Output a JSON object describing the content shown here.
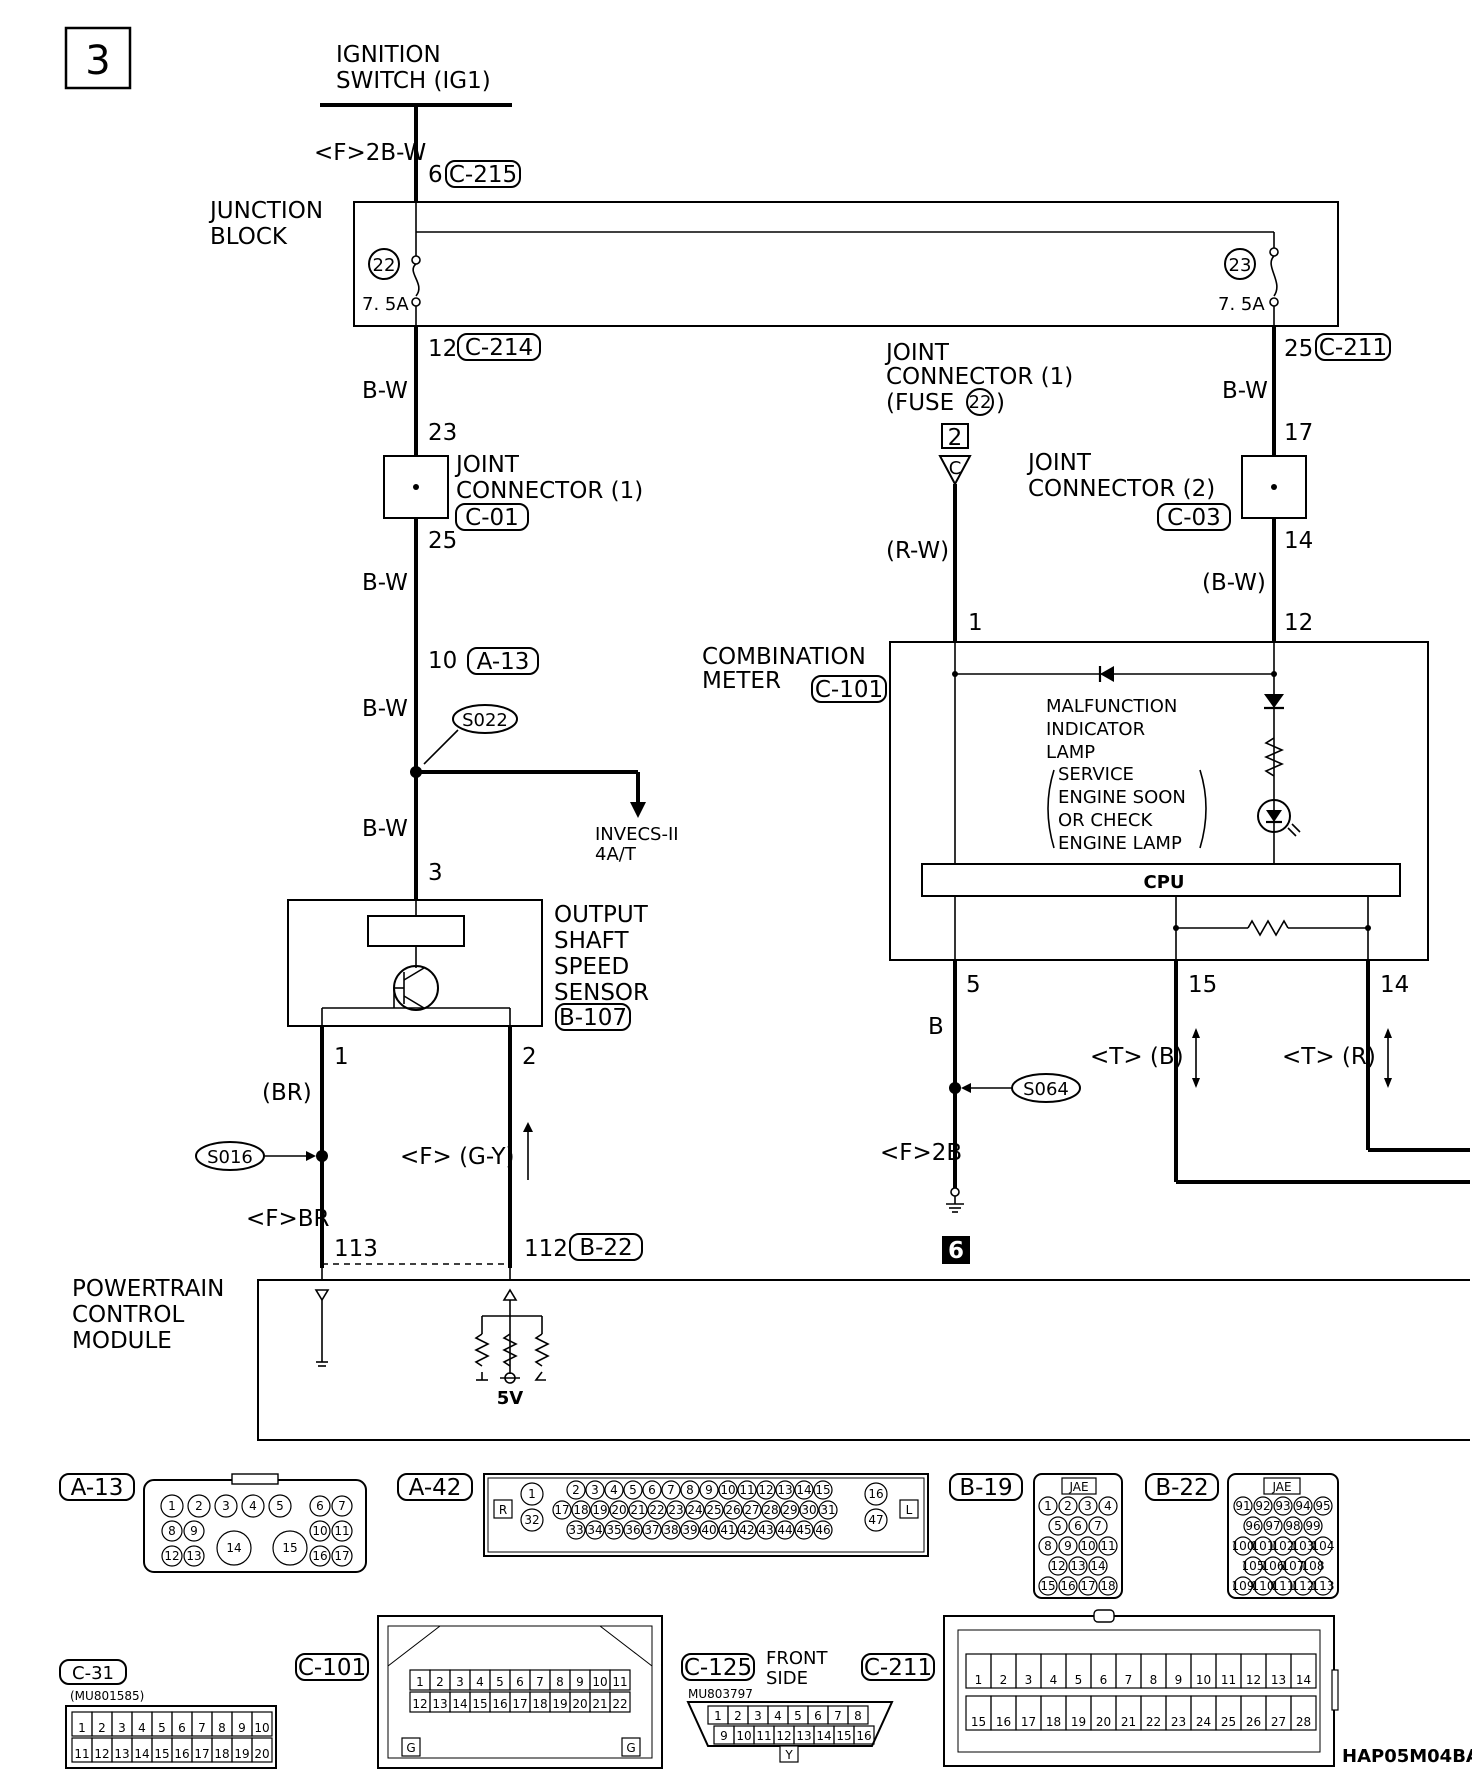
{
  "page_number": "3",
  "drawing_code": "HAP05M04BA",
  "ignition": {
    "line1": "IGNITION",
    "line2": "SWITCH (IG1)",
    "wire": "<F>2B-W",
    "pin": "6",
    "connector": "C-215"
  },
  "junction_block": {
    "line1": "JUNCTION",
    "line2": "BLOCK",
    "fuse_left_no": "22",
    "fuse_left_rating": "7. 5A",
    "fuse_right_no": "23",
    "fuse_right_rating": "7. 5A",
    "left_out_pin": "12",
    "left_out_connector": "C-214",
    "right_out_pin": "25",
    "right_out_connector": "C-211"
  },
  "left_branch": {
    "wire1": "B-W",
    "jc_in_pin": "23",
    "jc_line1": "JOINT",
    "jc_line2": "CONNECTOR (1)",
    "jc_connector": "C-01",
    "jc_out_pin": "25",
    "wire2": "B-W",
    "a13_pin": "10",
    "a13_connector": "A-13",
    "wire3": "B-W",
    "splice": "S022",
    "branch_line1": "INVECS-II",
    "branch_line2": "4A/T",
    "wire4": "B-W",
    "sensor_in_pin": "3"
  },
  "sensor": {
    "line1": "OUTPUT",
    "line2": "SHAFT",
    "line3": "SPEED",
    "line4": "SENSOR",
    "connector": "B-107",
    "pin1": "1",
    "pin2": "2"
  },
  "sensor_lower": {
    "wire_br": "(BR)",
    "splice": "S016",
    "wire_fbr": "<F>BR",
    "wire_gy": "<F> (G-Y)",
    "pcm_pin1": "113",
    "pcm_pin2": "112",
    "pcm_connector": "B-22"
  },
  "pcm": {
    "line1": "POWERTRAIN",
    "line2": "CONTROL",
    "line3": "MODULE",
    "voltage": "5V"
  },
  "joint_connector_fuse": {
    "line1": "JOINT",
    "line2": "CONNECTOR (1)",
    "line3a": "(FUSE ",
    "line3_fuse": "22",
    "line3b": ")",
    "box_no": "2",
    "letter": "C",
    "wire": "(R-W)",
    "pin": "1"
  },
  "jc2": {
    "line1": "JOINT",
    "line2": "CONNECTOR (2)",
    "connector": "C-03",
    "in_pin": "17",
    "out_pin": "14",
    "wire1": "B-W",
    "wire2": "(B-W)",
    "meter_pin": "12"
  },
  "meter": {
    "line1": "COMBINATION",
    "line2": "METER",
    "connector": "C-101",
    "mil_1": "MALFUNCTION",
    "mil_2": "INDICATOR",
    "mil_3": "LAMP",
    "mil_4": "SERVICE",
    "mil_5": "ENGINE SOON",
    "mil_6": "OR CHECK",
    "mil_7": "ENGINE LAMP",
    "cpu": "CPU",
    "pin5": "5",
    "pin15": "15",
    "pin14": "14"
  },
  "ground_branch": {
    "wire_b": "B",
    "splice": "S064",
    "wire_f2b": "<F>2B",
    "page_ref": "6"
  },
  "comm": {
    "left_label": "<T> (B)",
    "right_label": "<T> (R)"
  },
  "connectors": {
    "a13": {
      "label": "A-13",
      "pins_top": [
        "1",
        "2",
        "3",
        "4",
        "5",
        "6",
        "7"
      ],
      "pins_mid": [
        "8",
        "9",
        "10",
        "11"
      ],
      "pins_bot": [
        "12",
        "13",
        "14",
        "15",
        "16",
        "17"
      ]
    },
    "a42": {
      "label": "A-42",
      "r": "R",
      "l": "L",
      "p1": "1",
      "p32": "32",
      "p16": "16",
      "p47": "47",
      "row1": [
        "2",
        "3",
        "4",
        "5",
        "6",
        "7",
        "8",
        "9",
        "10",
        "11",
        "12",
        "13",
        "14",
        "15"
      ],
      "row2": [
        "17",
        "18",
        "19",
        "20",
        "21",
        "22",
        "23",
        "24",
        "25",
        "26",
        "27",
        "28",
        "29",
        "30",
        "31"
      ],
      "row3": [
        "33",
        "34",
        "35",
        "36",
        "37",
        "38",
        "39",
        "40",
        "41",
        "42",
        "43",
        "44",
        "45",
        "46"
      ]
    },
    "b19": {
      "label": "B-19",
      "maker": "JAE",
      "rows": [
        [
          "1",
          "2",
          "3",
          "4"
        ],
        [
          "5",
          "6",
          "7"
        ],
        [
          "8",
          "9",
          "10",
          "11"
        ],
        [
          "12",
          "13",
          "14"
        ],
        [
          "15",
          "16",
          "17",
          "18"
        ]
      ]
    },
    "b22": {
      "label": "B-22",
      "maker": "JAE",
      "rows": [
        [
          "91",
          "92",
          "93",
          "94",
          "95"
        ],
        [
          "96",
          "97",
          "98",
          "99"
        ],
        [
          "100",
          "101",
          "102",
          "103",
          "104"
        ],
        [
          "105",
          "106",
          "107",
          "108"
        ],
        [
          "109",
          "110",
          "111",
          "112",
          "113"
        ]
      ]
    },
    "c31": {
      "label": "C-31",
      "part": "(MU801585)",
      "row1": [
        "1",
        "2",
        "3",
        "4",
        "5",
        "6",
        "7",
        "8",
        "9",
        "10"
      ],
      "row2": [
        "11",
        "12",
        "13",
        "14",
        "15",
        "16",
        "17",
        "18",
        "19",
        "20"
      ]
    },
    "c101": {
      "label": "C-101",
      "g": "G",
      "row1": [
        "1",
        "2",
        "3",
        "4",
        "5",
        "6",
        "7",
        "8",
        "9",
        "10",
        "11"
      ],
      "row2": [
        "12",
        "13",
        "14",
        "15",
        "16",
        "17",
        "18",
        "19",
        "20",
        "21",
        "22"
      ]
    },
    "c125": {
      "label": "C-125",
      "side1": "FRONT",
      "side2": "SIDE",
      "part": "MU803797",
      "y": "Y",
      "row1": [
        "1",
        "2",
        "3",
        "4",
        "5",
        "6",
        "7",
        "8"
      ],
      "row2": [
        "9",
        "10",
        "11",
        "12",
        "13",
        "14",
        "15",
        "16"
      ]
    },
    "c211": {
      "label": "C-211",
      "row1": [
        "1",
        "2",
        "3",
        "4",
        "5",
        "6",
        "7",
        "8",
        "9",
        "10",
        "11",
        "12",
        "13",
        "14"
      ],
      "row2": [
        "15",
        "16",
        "17",
        "18",
        "19",
        "20",
        "21",
        "22",
        "23",
        "24",
        "25",
        "26",
        "27",
        "28"
      ]
    }
  }
}
